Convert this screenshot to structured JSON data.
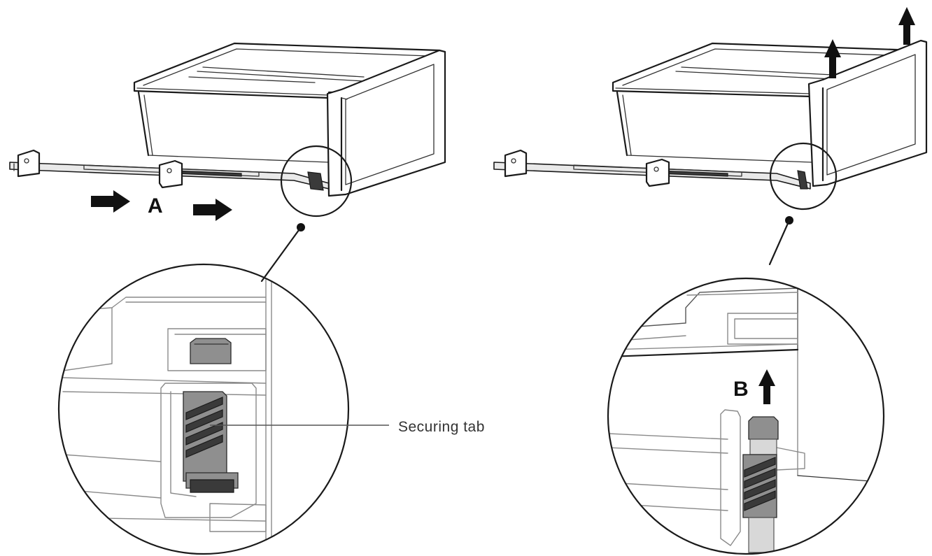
{
  "labels": {
    "step_a": "A",
    "step_b": "B",
    "securing_tab": "Securing tab"
  },
  "colors": {
    "line": "#1a1a1a",
    "arrow": "#111111",
    "tab_fill": "#8f8f8f",
    "callout_text": "#333333"
  },
  "icons": {
    "arrow_right": "arrow-right-icon",
    "arrow_up": "arrow-up-icon"
  }
}
